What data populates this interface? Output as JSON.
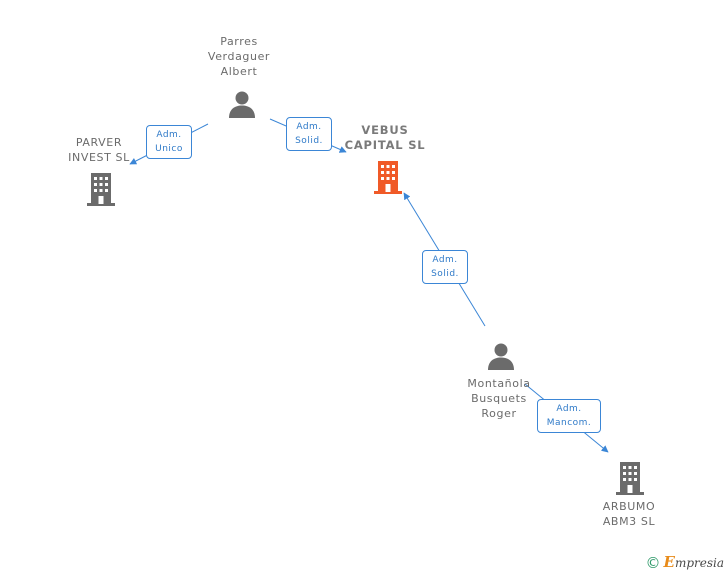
{
  "nodes": {
    "parres": {
      "label": "Parres\nVerdaguer\nAlbert",
      "kind": "person"
    },
    "parver": {
      "label": "PARVER\nINVEST SL",
      "kind": "company"
    },
    "vebus": {
      "label": "VEBUS\nCAPITAL SL",
      "kind": "company",
      "highlight": true
    },
    "montanola": {
      "label": "Montañola\nBusquets\nRoger",
      "kind": "person"
    },
    "arbumo": {
      "label": "ARBUMO\nABM3 SL",
      "kind": "company"
    }
  },
  "edges": [
    {
      "id": "parres-parver",
      "line1": "Adm.",
      "line2": "Unico"
    },
    {
      "id": "parres-vebus",
      "line1": "Adm.",
      "line2": "Solid."
    },
    {
      "id": "montanola-vebus",
      "line1": "Adm.",
      "line2": "Solid."
    },
    {
      "id": "montanola-arbumo",
      "line1": "Adm.",
      "line2": "Mancom."
    }
  ],
  "footer": {
    "copyright": "©",
    "brand_first": "E",
    "brand_rest": "mpresia"
  },
  "colors": {
    "edge": "#3b86d6",
    "company": "#6b6b6b",
    "company_highlight": "#f05a28",
    "person": "#6b6b6b"
  }
}
